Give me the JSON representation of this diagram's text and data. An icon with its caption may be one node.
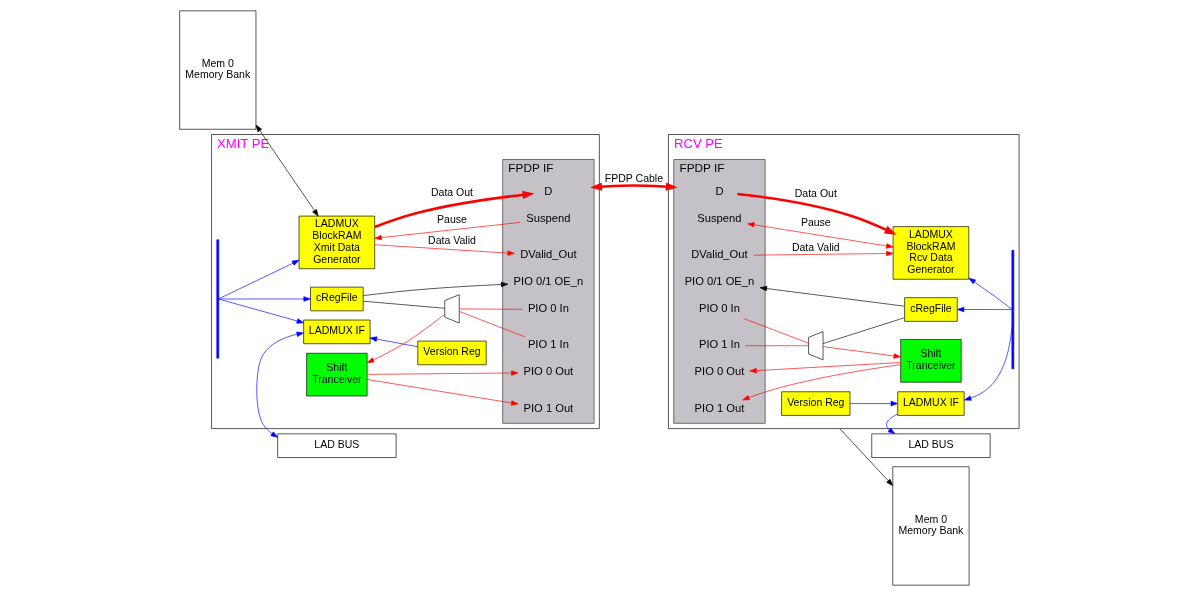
{
  "diagram": {
    "nodes": [
      {
        "text": [
          "LAD BUS"
        ]
      },
      {
        "text": [
          "LAD BUS"
        ]
      },
      {
        "text": [
          "Mem 0 Memory Bank"
        ]
      },
      {
        "text": [
          "XMIT PE"
        ]
      },
      {
        "text": [
          "LADMUX IF"
        ],
        "in": 3
      },
      {
        "text": [
          "Version Reg"
        ],
        "in": 3
      },
      {
        "text": [
          "LADMUX BlockRAM Xmit Data Generator"
        ],
        "in": 3
      },
      {
        "text": [
          "cRegFile"
        ],
        "in": 3
      },
      {
        "text": [
          "Shift Tranceiver"
        ],
        "in": 3
      },
      {
        "text": [
          "FPDP IF"
        ],
        "in": 3
      },
      {
        "text": [
          "D"
        ],
        "in": 9
      },
      {
        "text": [
          "DValid_Out"
        ],
        "in": 9
      },
      {
        "text": [
          "Suspend"
        ],
        "in": 9
      },
      {
        "text": [
          "PIO 0/1 OE_n"
        ],
        "in": 9
      },
      {
        "text": [
          "PIO 0 Out"
        ],
        "in": 9
      },
      {
        "text": [
          "PIO 1 Out"
        ],
        "in": 9
      },
      {
        "text": [
          "PIO 0 In"
        ],
        "in": 9
      },
      {
        "text": [
          "PIO 1 In"
        ],
        "in": 9
      },
      {
        "text": [],
        "shape": "trapezoid",
        "in": 3
      },
      {
        "text": [
          "RCV PE"
        ]
      },
      {
        "text": [
          "Version Reg"
        ],
        "in": 19
      },
      {
        "text": [
          "LADMUX IF"
        ],
        "in": 19
      },
      {
        "text": [
          "FPDP IF"
        ],
        "in": 19
      },
      {
        "text": [
          "D"
        ],
        "in": 22
      },
      {
        "text": [
          "DValid_Out"
        ],
        "in": 22
      },
      {
        "text": [
          "Suspend"
        ],
        "in": 22
      },
      {
        "text": [
          "PIO 0/1 OE_n"
        ],
        "in": 22
      },
      {
        "text": [
          "PIO 0 Out"
        ],
        "in": 22
      },
      {
        "text": [
          "PIO 1 Out"
        ],
        "in": 22
      },
      {
        "text": [
          "PIO 0 In"
        ],
        "in": 22
      },
      {
        "text": [
          "PIO 1 In"
        ],
        "in": 22
      },
      {
        "text": [
          "LADMUX BlockRAM Rcv Data Generator"
        ],
        "in": 19
      },
      {
        "text": [
          "cRegFile"
        ],
        "in": 19
      },
      {
        "text": [
          "Shift Tranceiver"
        ],
        "in": 19
      },
      {
        "text": [],
        "shape": "trapezoid",
        "in": 19
      },
      {
        "text": [
          "Mem 0 Memory Bank"
        ]
      },
      {
        "text": [],
        "shape": "bar",
        "in": 3
      },
      {
        "text": [],
        "shape": "bar",
        "in": 19
      }
    ],
    "edges": [
      {
        "from": 0,
        "to": 4,
        "arrow": "both",
        "color": "#0000ff"
      },
      {
        "from": 5,
        "to": 4,
        "arrow": "to",
        "color": "#0000ff"
      },
      {
        "from": 36,
        "to": 4,
        "arrow": "to",
        "color": "#0000ff"
      },
      {
        "from": 36,
        "to": 6,
        "arrow": "to",
        "color": "#0000ff"
      },
      {
        "from": 36,
        "to": 7,
        "arrow": "to",
        "color": "#0000ff"
      },
      {
        "from": 2,
        "to": 6,
        "arrow": "both",
        "color": "#000000"
      },
      {
        "from": 6,
        "to": 10,
        "arrow": "to",
        "label": "Data Out",
        "style": "thick"
      },
      {
        "from": 6,
        "to": 11,
        "arrow": "to",
        "label": "Data Valid"
      },
      {
        "from": 12,
        "to": 6,
        "arrow": "to",
        "label": "Pause"
      },
      {
        "from": 7,
        "to": 13,
        "arrow": "to",
        "color": "#000000"
      },
      {
        "from": 7,
        "to": 18,
        "arrow": "none",
        "color": "#000000"
      },
      {
        "from": 8,
        "to": 14,
        "arrow": "to"
      },
      {
        "from": 8,
        "to": 15,
        "arrow": "to"
      },
      {
        "from": 16,
        "to": 18,
        "arrow": "none"
      },
      {
        "from": 17,
        "to": 18,
        "arrow": "none"
      },
      {
        "from": 18,
        "to": 8,
        "arrow": "to"
      },
      {
        "from": 9,
        "to": 22,
        "arrow": "both",
        "label": "FPDP Cable",
        "style": "thick"
      },
      {
        "from": 21,
        "to": 1,
        "arrow": "to",
        "color": "#0000ff"
      },
      {
        "from": 20,
        "to": 21,
        "arrow": "to",
        "color": "#0000ff"
      },
      {
        "from": 37,
        "to": 21,
        "arrow": "to",
        "color": "#0000ff"
      },
      {
        "from": 37,
        "to": 31,
        "arrow": "to",
        "color": "#0000ff"
      },
      {
        "from": 37,
        "to": 32,
        "arrow": "to",
        "color": "#0000ff"
      },
      {
        "from": 23,
        "to": 31,
        "arrow": "to",
        "label": "Data Out",
        "style": "thick"
      },
      {
        "from": 24,
        "to": 31,
        "arrow": "to",
        "label": "Data Valid"
      },
      {
        "from": 25,
        "to": 31,
        "arrow": "both",
        "label": "Pause"
      },
      {
        "from": 32,
        "to": 26,
        "arrow": "to",
        "color": "#000000"
      },
      {
        "from": 32,
        "to": 34,
        "arrow": "none",
        "color": "#000000"
      },
      {
        "from": 33,
        "to": 27,
        "arrow": "to"
      },
      {
        "from": 33,
        "to": 28,
        "arrow": "to"
      },
      {
        "from": 29,
        "to": 34,
        "arrow": "none"
      },
      {
        "from": 30,
        "to": 34,
        "arrow": "none"
      },
      {
        "from": 34,
        "to": 33,
        "arrow": "to"
      },
      {
        "from": 19,
        "to": 35,
        "arrow": "to",
        "color": "#000000"
      }
    ]
  }
}
